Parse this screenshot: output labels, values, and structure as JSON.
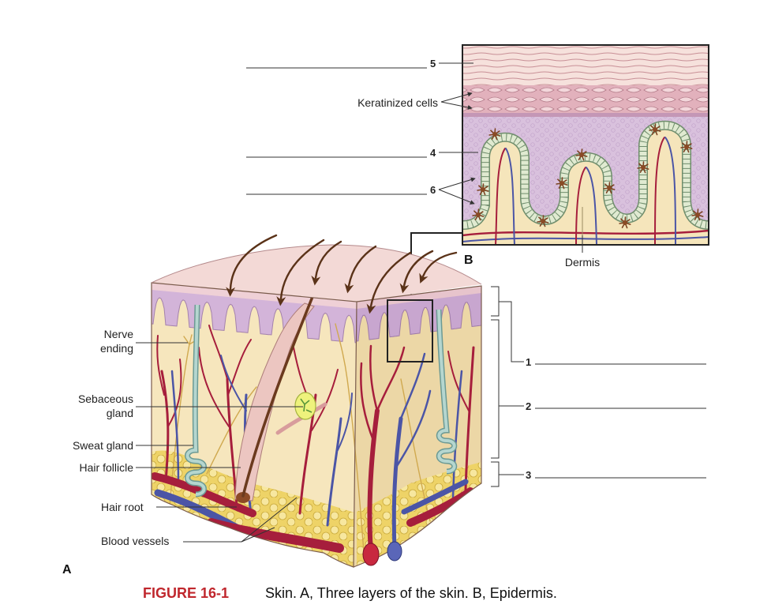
{
  "inset": {
    "label_5": "5",
    "label_keratinized": "Keratinized cells",
    "label_4": "4",
    "label_6": "6",
    "label_dermis": "Dermis",
    "panel_letter": "B"
  },
  "block": {
    "panel_letter": "A",
    "nerve_ending": [
      "Nerve",
      "ending"
    ],
    "sebaceous_gland": [
      "Sebaceous",
      "gland"
    ],
    "sweat_gland": "Sweat gland",
    "hair_follicle": "Hair follicle",
    "hair_root": "Hair root",
    "blood_vessels": "Blood vessels"
  },
  "layers": {
    "label_1": "1",
    "label_2": "2",
    "label_3": "3"
  },
  "caption": {
    "figure_number": "FIGURE 16-1",
    "text": "Skin. A, Three layers of the skin. B, Epidermis."
  },
  "colors": {
    "caption_accent": "#c0272d",
    "artery": "#a61e3c",
    "vein": "#4b55a6"
  }
}
